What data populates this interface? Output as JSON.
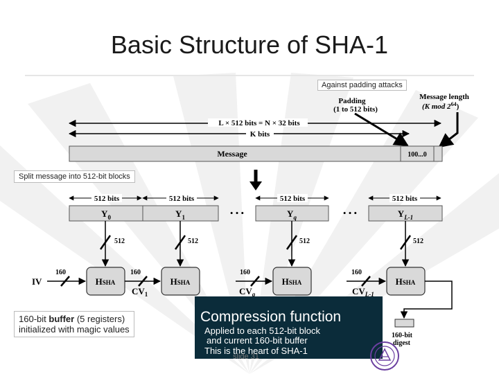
{
  "slide": {
    "title": "Basic Structure of SHA-1",
    "number_label": "slide 31"
  },
  "callouts": {
    "padding_attacks": "Against padding attacks",
    "split_blocks": "Split message into 512-bit blocks",
    "buffer_prefix": "160-bit ",
    "buffer_bold": "buffer",
    "buffer_suffix": " (5 registers)",
    "buffer_line2": "initialized with magic values"
  },
  "compression": {
    "heading": "Compression function",
    "line1": "Applied to each 512-bit block",
    "line2": "and current 160-bit buffer",
    "line3": "This is the heart of SHA-1"
  },
  "diagram": {
    "padding_label": "Padding",
    "padding_range": "(1 to 512 bits)",
    "msglen_label": "Message length",
    "msglen_expr": "(K mod 2",
    "msglen_exp": "64",
    "msglen_close": ")",
    "total_bits": "L × 512 bits = N × 32 bits",
    "k_bits": "K bits",
    "message_label": "Message",
    "trailer": "100...0",
    "block_bits": "512 bits",
    "ellipsis": "• • •",
    "blocks": [
      {
        "name": "Y",
        "sub": "0"
      },
      {
        "name": "Y",
        "sub": "1"
      },
      {
        "name": "Y",
        "sub": "q"
      },
      {
        "name": "Y",
        "sub": "L-1"
      }
    ],
    "wire_512": "512",
    "wire_160": "160",
    "iv_label": "IV",
    "hsha": "H",
    "hsha_sub": "SHA",
    "cv_labels": [
      {
        "name": "CV",
        "sub": "1"
      },
      {
        "name": "CV",
        "sub": "q"
      },
      {
        "name": "CV",
        "sub": "L-1"
      }
    ],
    "digest_line1": "160-bit",
    "digest_line2": "digest"
  },
  "colors": {
    "box_fill": "#d9d9d9",
    "compress_bg": "#0b2c3a",
    "seal": "#6b3fa0"
  }
}
